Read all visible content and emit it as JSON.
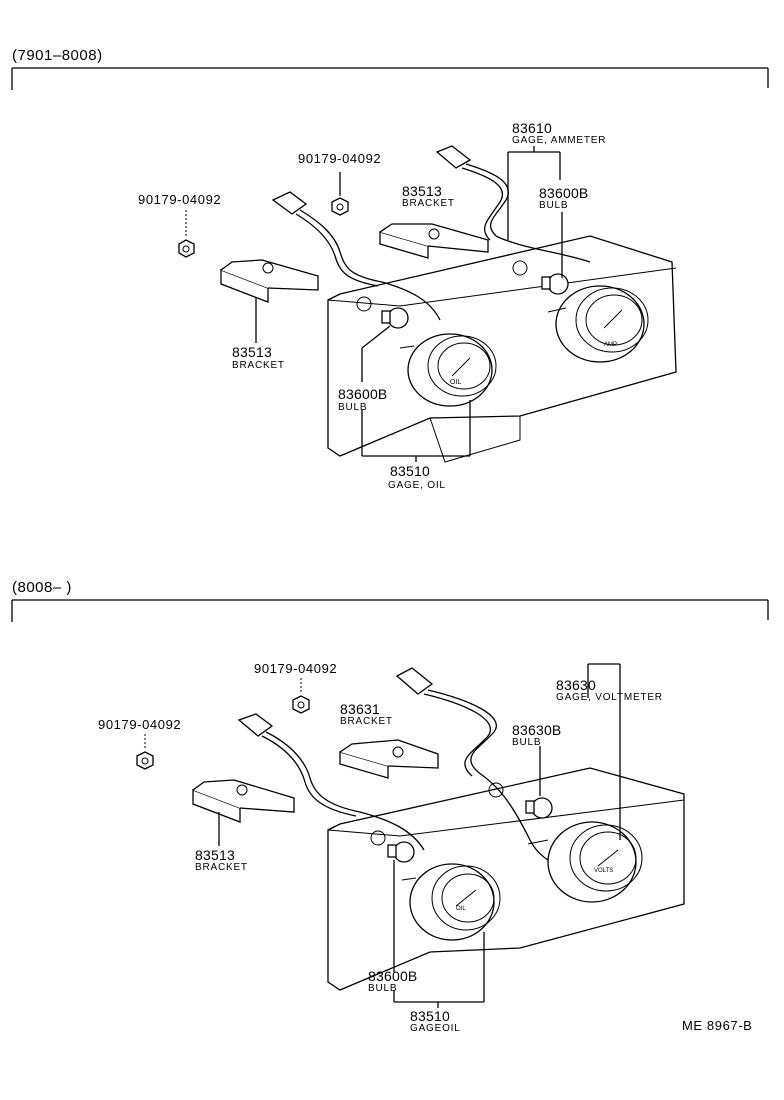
{
  "sections": [
    {
      "period": "(7901–8008)",
      "labels": {
        "nut_left": "90179-04092",
        "nut_mid": "90179-04092",
        "ammeter_part": "83610",
        "ammeter_name": "GAGE, AMMETER",
        "bracket_right_part": "83513",
        "bracket_right_name": "BRACKET",
        "bulb_right_part": "83600B",
        "bulb_right_name": "BULB",
        "bracket_left_part": "83513",
        "bracket_left_name": "BRACKET",
        "bulb_left_part": "83600B",
        "bulb_left_name": "BULB",
        "oil_part": "83510",
        "oil_name": "GAGE, OIL"
      }
    },
    {
      "period": "(8008–          )",
      "labels": {
        "nut_mid": "90179-04092",
        "nut_left": "90179-04092",
        "volt_part": "83630",
        "volt_name": "GAGE, VOLTMETER",
        "bracket_right_part": "83631",
        "bracket_right_name": "BRACKET",
        "bulb_right_part": "83630B",
        "bulb_right_name": "BULB",
        "bracket_left_part": "83513",
        "bracket_left_name": "BRACKET",
        "bulb_left_part": "83600B",
        "bulb_left_name": "BULB",
        "oil_part": "83510",
        "oil_name": "GAGEOIL"
      }
    }
  ],
  "gauge_faces": {
    "oil": "OIL",
    "amp": "AMP",
    "volt": "VOLTS"
  },
  "drawing_code": "ME  8967-B"
}
